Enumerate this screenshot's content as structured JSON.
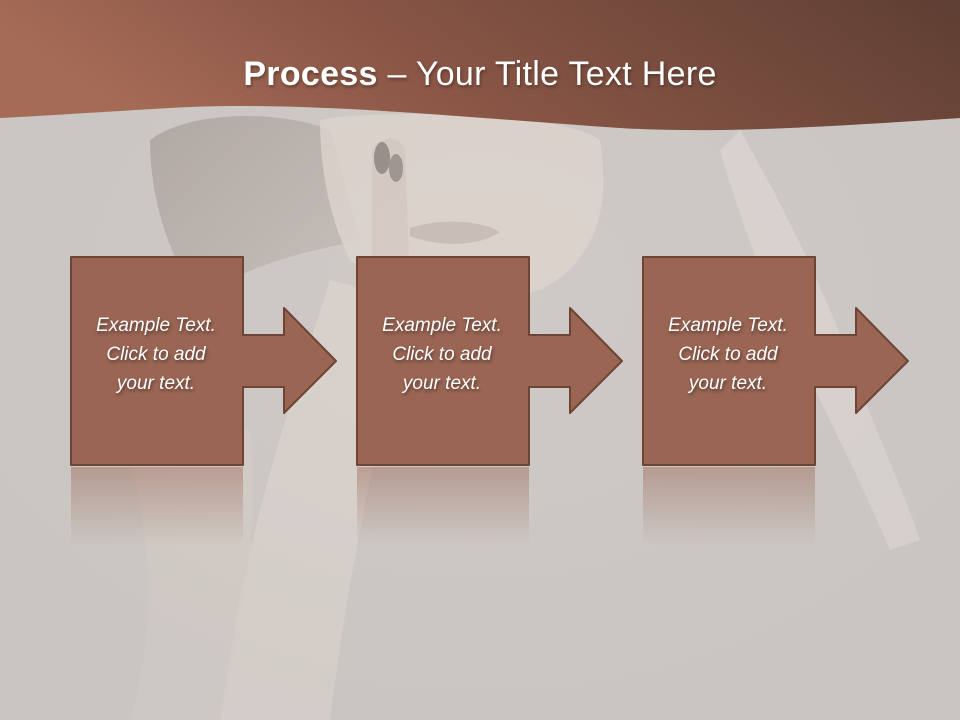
{
  "slide": {
    "title_bold": "Process",
    "title_rest": " – Your Title Text Here"
  },
  "steps": [
    {
      "line1": "Example Text.",
      "line2": "Click  to add",
      "line3": "your text."
    },
    {
      "line1": "Example Text.",
      "line2": "Click  to add",
      "line3": "your text."
    },
    {
      "line1": "Example Text.",
      "line2": "Click  to add",
      "line3": "your text."
    }
  ],
  "colors": {
    "title_band_dark": "#5e3f33",
    "title_band_light": "#a66b57",
    "box_fill": "#9a6553",
    "box_border": "#6e4436",
    "background": "#c9c5c2"
  }
}
